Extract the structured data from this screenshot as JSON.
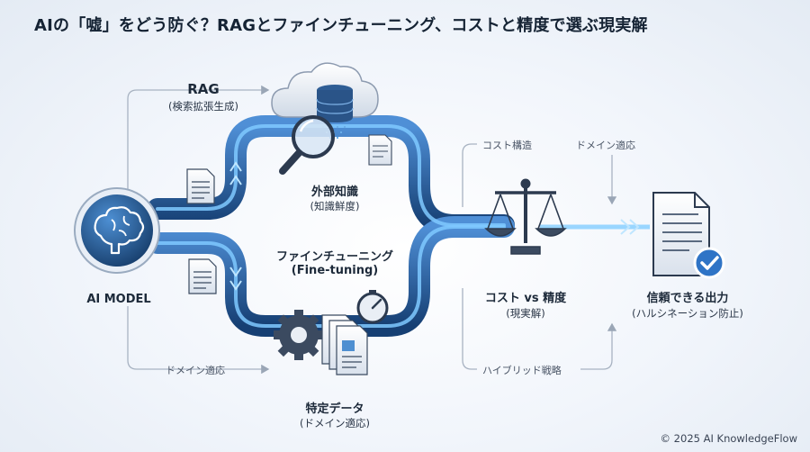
{
  "title": "AIの「嘘」をどう防ぐ？RAGとファインチューニング、コストと精度で選ぶ現実解",
  "ai_model": {
    "label": "AI MODEL"
  },
  "rag": {
    "label": "RAG",
    "sub": "(検索拡張生成)"
  },
  "external": {
    "label": "外部知識",
    "sub": "(知識鮮度)"
  },
  "finetune": {
    "label": "ファインチューニング",
    "sub": "(Fine-tuning)"
  },
  "special": {
    "label": "特定データ",
    "sub": "(ドメイン適応)"
  },
  "cost": {
    "label": "コスト vs 精度",
    "sub": "(現実解)"
  },
  "output": {
    "label": "信頼できる出力",
    "sub": "(ハルシネーション防止)"
  },
  "guides": {
    "bottom_left": "ドメイン適応",
    "top_right_1": "コスト構造",
    "top_right_2": "ドメイン適応",
    "bottom_right": "ハイブリッド戦略"
  },
  "copyright": "© 2025 AI KnowledgeFlow",
  "colors": {
    "pipe": "#2d6fb8",
    "pipe_dark": "#16457d",
    "glow": "#6cc3ff",
    "ink": "#1d2a3a"
  }
}
